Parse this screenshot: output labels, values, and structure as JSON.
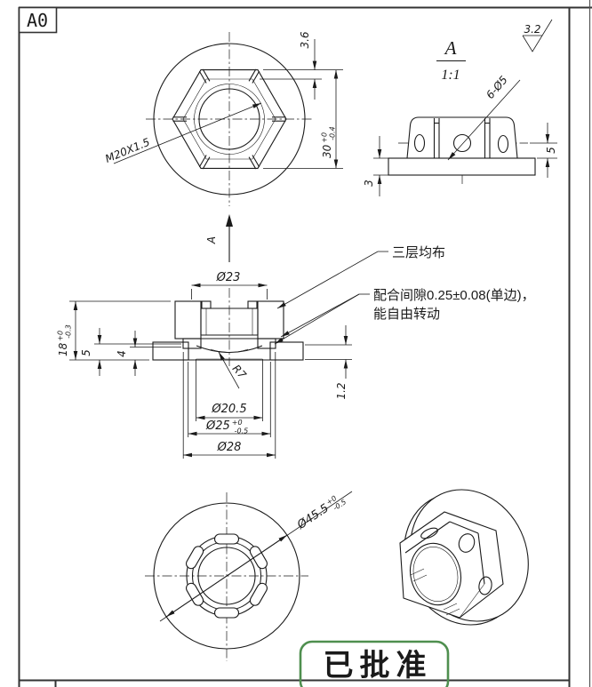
{
  "sheet": {
    "format_label": "A0"
  },
  "top_view": {
    "thread_label": "M20X1.5",
    "chamfer_dim": "3.6",
    "af_main": "30",
    "af_tol_up": "+0",
    "af_tol_low": "-0.4",
    "section_label": "A"
  },
  "detail_view": {
    "label": "A",
    "scale": "1:1",
    "finish": "3.2",
    "holes": "6-Ø5",
    "height_dim": "5",
    "plate_dim": "3"
  },
  "section_view": {
    "d23": "Ø23",
    "h18_main": "18",
    "h18_up": "+0",
    "h18_low": "-0.3",
    "h5": "5",
    "h4": "4",
    "r7": "R7",
    "gap12": "1.2",
    "d205": "Ø20.5",
    "d25_main": "Ø25",
    "d25_up": "+0",
    "d25_low": "-0.5",
    "d28": "Ø28"
  },
  "notes": {
    "layers": "三层均布",
    "fit_line1": "配合间隙0.25±0.08(单边)，",
    "fit_line2": "能自由转动"
  },
  "bottom_view": {
    "d455_main": "Ø45.5",
    "d455_up": "+0",
    "d455_low": "-0.5"
  },
  "stamp": {
    "text": "已批准"
  },
  "colors": {
    "line": "#1a1a1a",
    "stamp": "#4f8f4f"
  }
}
